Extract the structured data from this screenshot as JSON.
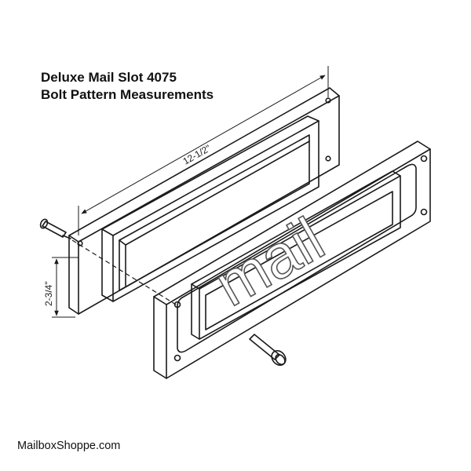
{
  "title": {
    "line1": "Deluxe Mail Slot 4075",
    "line2": "Bolt Pattern Measurements"
  },
  "dimensions": {
    "width_label": "12-1/2\"",
    "height_label": "2-3/4\""
  },
  "flap_text": "mail",
  "footer": {
    "site": "MailboxShoppe.com"
  }
}
